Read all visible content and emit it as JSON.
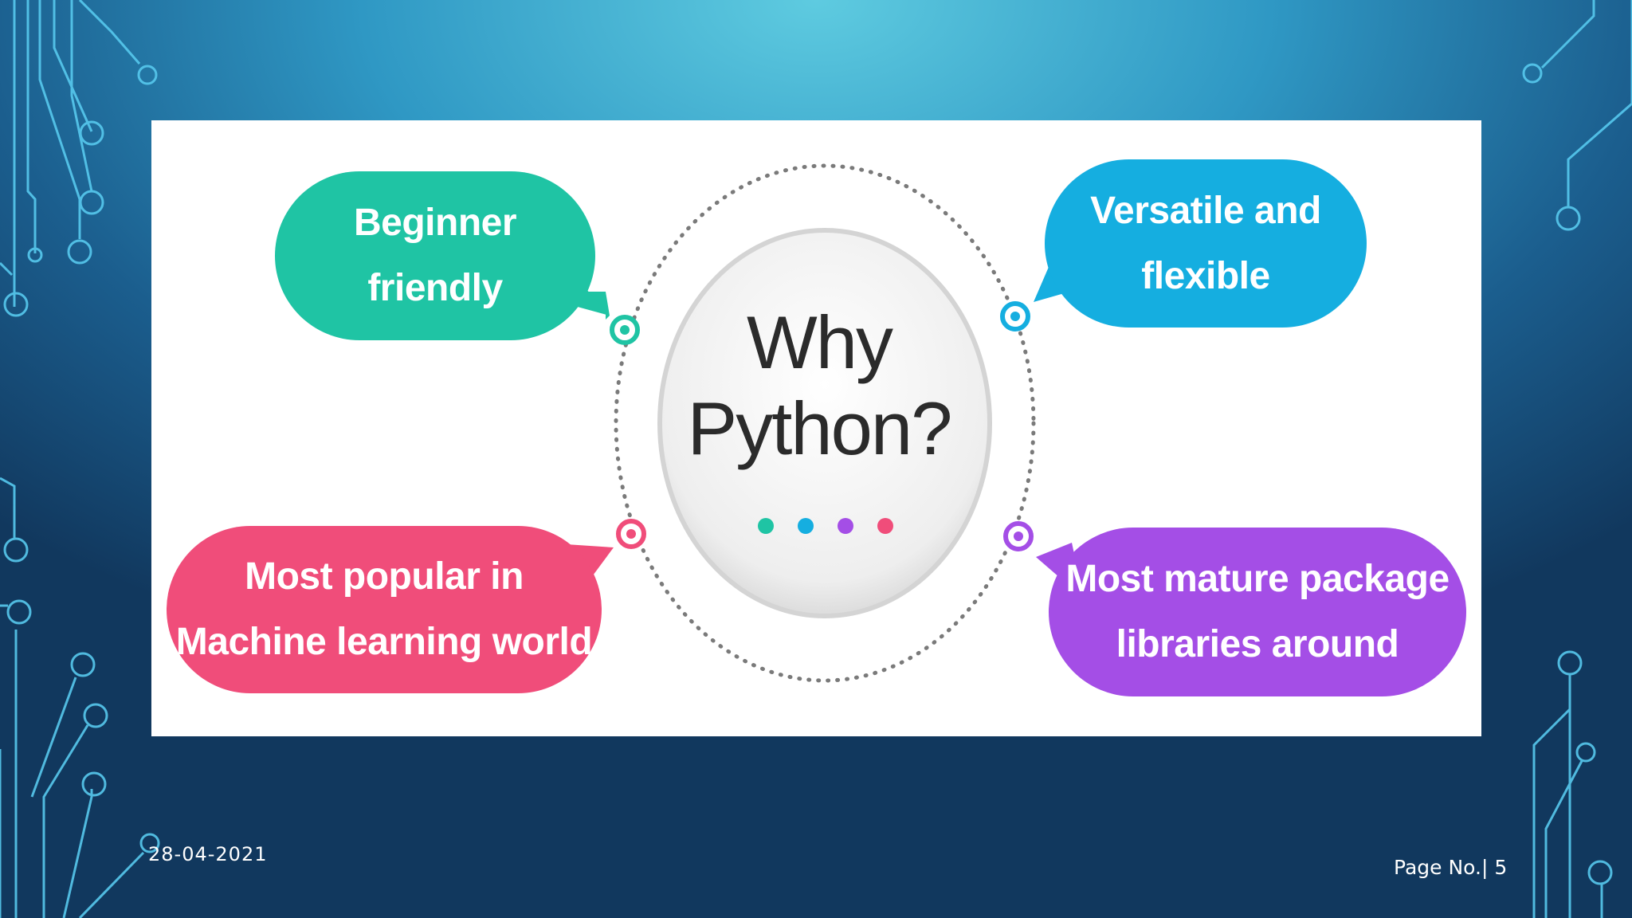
{
  "slide": {
    "center": {
      "line1": "Why",
      "line2": "Python?"
    },
    "bubbles": {
      "top_left": {
        "line1": "Beginner",
        "line2": "friendly"
      },
      "top_right": {
        "line1": "Versatile and",
        "line2": "flexible"
      },
      "bottom_left": {
        "line1": "Most popular in",
        "line2": "Machine learning world"
      },
      "bottom_right": {
        "line1": "Most mature package",
        "line2": "libraries around"
      }
    }
  },
  "footer": {
    "date": "28-04-2021",
    "page": "Page No.| 5"
  },
  "colors": {
    "teal": "#1fc4a4",
    "blue": "#15aee0",
    "pink": "#f04d7a",
    "purple": "#a44ee6",
    "circuit": "#57c9ee"
  }
}
